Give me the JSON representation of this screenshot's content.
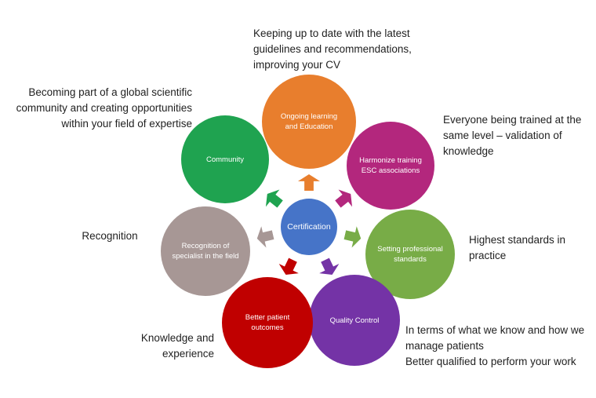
{
  "center": {
    "label": "Certification",
    "color": "#4674C8"
  },
  "nodes": [
    {
      "id": "ongoing-learning",
      "label": "Ongoing learning and Education",
      "color": "#E87E2D"
    },
    {
      "id": "harmonize-training",
      "label": "Harmonize training ESC associations",
      "color": "#B3277D"
    },
    {
      "id": "professional-standards",
      "label": "Setting professional standards",
      "color": "#78AC47"
    },
    {
      "id": "quality-control",
      "label": "Quality Control",
      "color": "#7433A6"
    },
    {
      "id": "patient-outcomes",
      "label": "Better patient outcomes",
      "color": "#C00000"
    },
    {
      "id": "recognition-specialist",
      "label": "Recognition of specialist in the field",
      "color": "#A79795"
    },
    {
      "id": "community",
      "label": "Community",
      "color": "#1FA350"
    }
  ],
  "annotations": {
    "top": {
      "lines": [
        "Keeping up to date with the latest",
        "guidelines and recommendations,",
        "improving your CV"
      ]
    },
    "top_left": {
      "lines": [
        "Becoming part of a global scientific",
        "community and creating opportunities",
        "within your field of expertise"
      ]
    },
    "top_right": {
      "lines": [
        "Everyone being trained at the",
        "same level – validation of",
        "knowledge"
      ]
    },
    "left": {
      "lines": [
        "Recognition"
      ]
    },
    "right": {
      "lines": [
        "Highest standards in",
        "practice"
      ]
    },
    "bottom_left": {
      "lines": [
        "Knowledge and",
        "experience"
      ]
    },
    "bottom_right": {
      "lines": [
        "In terms of what we know and how we",
        "manage patients",
        "Better qualified to perform your work"
      ]
    }
  }
}
